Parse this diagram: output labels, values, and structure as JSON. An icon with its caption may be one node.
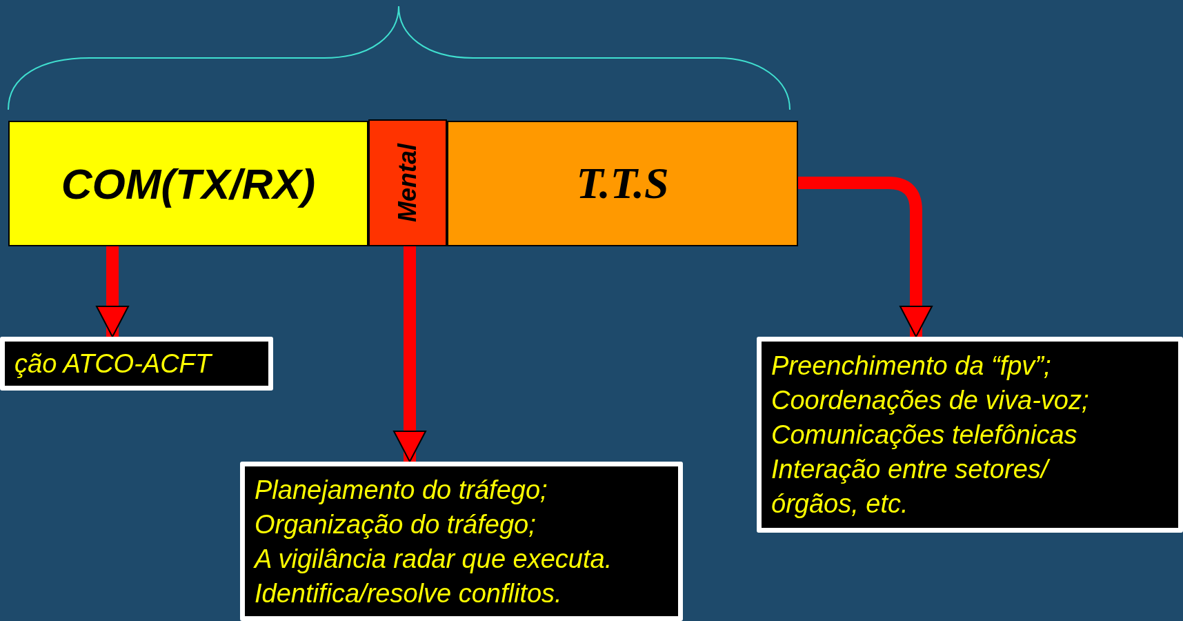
{
  "diagram": {
    "nodes": [
      {
        "text": [
          "COM(TX/RX)"
        ]
      },
      {
        "text": [
          "Mental"
        ]
      },
      {
        "text": [
          "T.T.S"
        ]
      },
      {
        "text": [
          "ção ATCO-ACFT"
        ]
      },
      {
        "text": [
          "Planejamento do tráfego;",
          "Organização do tráfego;",
          "A vigilância radar que executa.",
          "Identifica/resolve conflitos."
        ]
      },
      {
        "text": [
          "Preenchimento da “fpv”;",
          "Coordenações de viva-voz;",
          "Comunicações telefônicas",
          "Interação entre setores/órgãos, etc."
        ]
      }
    ],
    "edges": [
      {
        "from": 0,
        "to": 3,
        "arrow": "to"
      },
      {
        "from": 1,
        "to": 4,
        "arrow": "to"
      },
      {
        "from": 2,
        "to": 5,
        "arrow": "to"
      }
    ]
  }
}
